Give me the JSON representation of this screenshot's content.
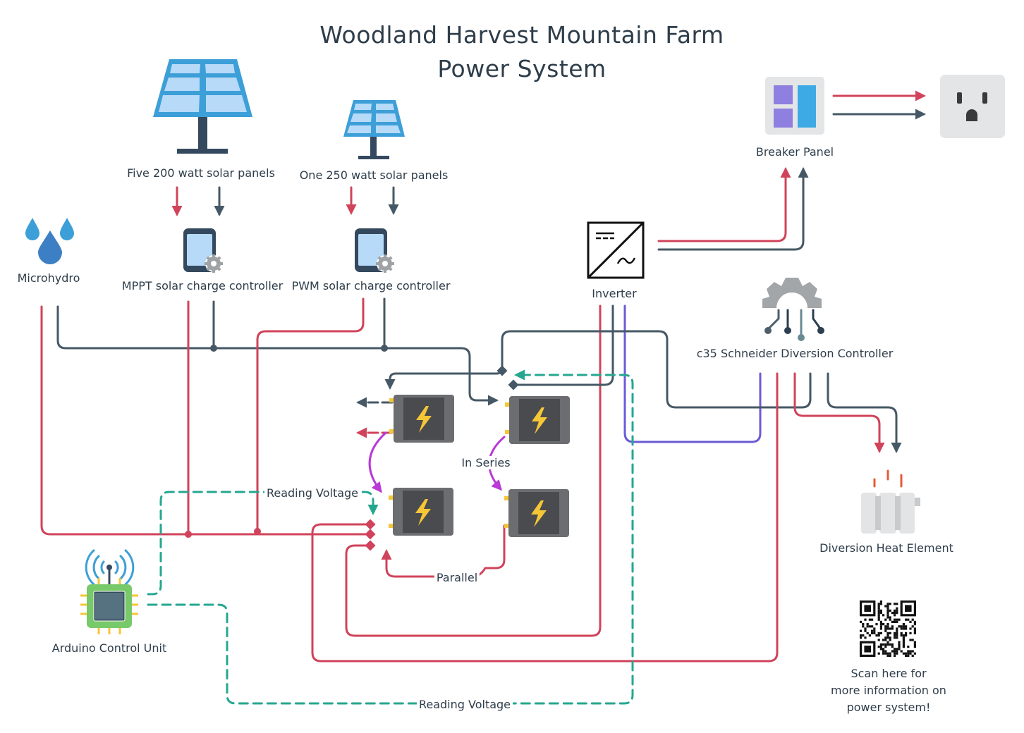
{
  "title": {
    "line1": "Woodland Harvest Mountain Farm",
    "line2": "Power System"
  },
  "components": {
    "solar_large": "Five 200 watt solar panels",
    "solar_small": "One 250 watt solar panels",
    "microhydro": "Microhydro",
    "mppt": "MPPT solar charge controller",
    "pwm": "PWM solar charge controller",
    "inverter": "Inverter",
    "breaker": "Breaker Panel",
    "diversion_controller": "c35 Schneider Diversion Controller",
    "heat_element": "Diversion Heat Element",
    "arduino": "Arduino Control Unit"
  },
  "annotations": {
    "in_series": "In Series",
    "parallel": "Parallel",
    "reading_voltage_top": "Reading Voltage",
    "reading_voltage_bottom": "Reading Voltage"
  },
  "qr": {
    "line1": "Scan here for",
    "line2": "more information on",
    "line3": "power system!"
  },
  "colors": {
    "positive": "#d0435a",
    "negative": "#465865",
    "signal": "#25a78f",
    "series_link": "#b93ad6",
    "ac_signal": "#6b5bd6",
    "panel_blue": "#3d9fd8",
    "battery_yellow": "#f5c636"
  },
  "icons": {
    "solar_large": "solar-panel-icon",
    "solar_small": "solar-panel-icon",
    "microhydro": "water-drops-icon",
    "controller": "phone-gear-icon",
    "inverter": "inverter-icon",
    "breaker": "breaker-panel-icon",
    "outlet": "outlet-icon",
    "diversion": "gear-circuit-icon",
    "heater": "radiator-icon",
    "arduino": "microcontroller-icon",
    "battery": "battery-icon",
    "qr": "qr-code-icon"
  }
}
